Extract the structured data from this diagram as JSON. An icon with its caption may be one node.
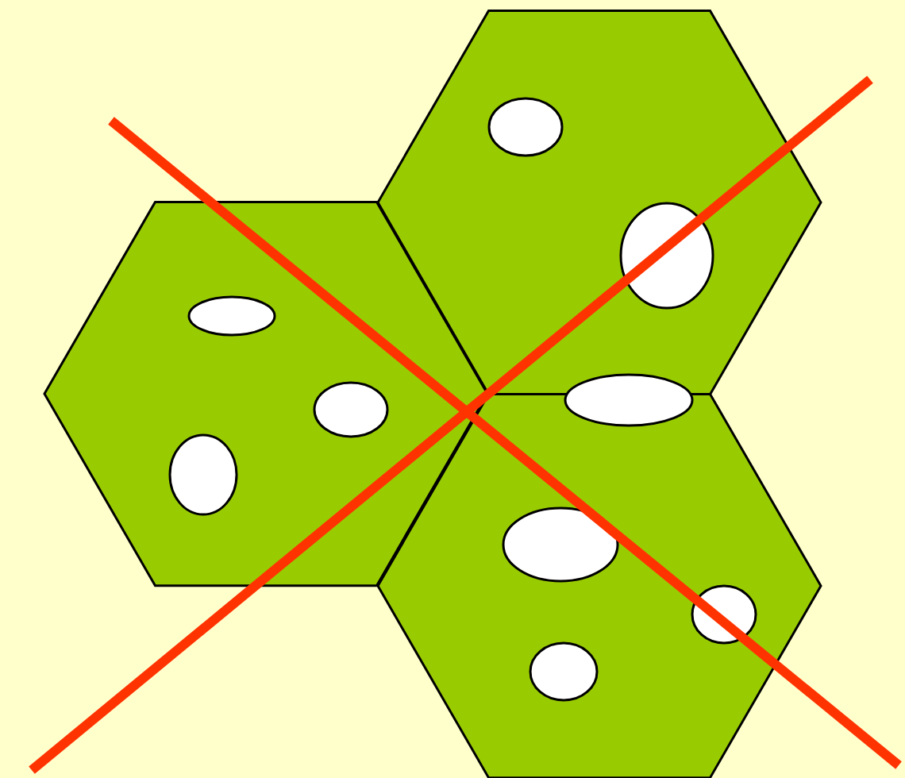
{
  "diagram": {
    "nodes": [
      {
        "text": [],
        "shape": "hexagon"
      },
      {
        "text": [],
        "shape": "hexagon"
      },
      {
        "text": [],
        "shape": "hexagon"
      }
    ]
  }
}
